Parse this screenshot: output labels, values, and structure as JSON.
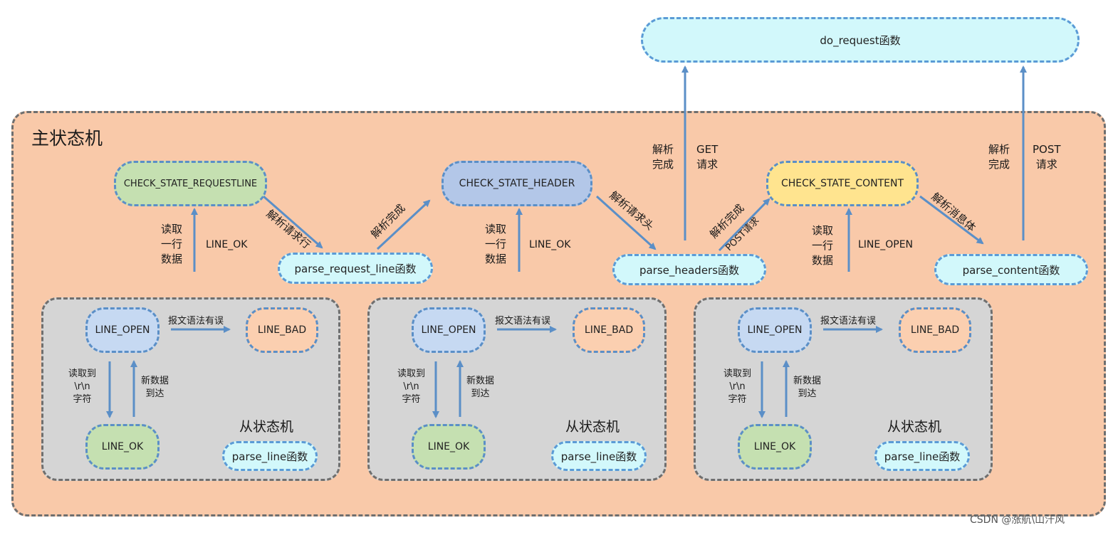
{
  "do_request": "do_request函数",
  "main_fsm": {
    "title": "主状态机",
    "states": {
      "requestline": "CHECK_STATE_REQUESTLINE",
      "header": "CHECK_STATE_HEADER",
      "content": "CHECK_STATE_CONTENT"
    },
    "functions": {
      "parse_request_line": "parse_request_line函数",
      "parse_headers": "parse_headers函数",
      "parse_content": "parse_content函数"
    },
    "edge_labels": {
      "parse_request_line": "解析请求行",
      "parse_done": "解析完成",
      "parse_request_header": "解析请求头",
      "parse_done_2": "解析完成",
      "post_request": "POST请求",
      "parse_body": "解析消息体",
      "read_line": [
        "读取",
        "一行",
        "数据"
      ],
      "line_ok": "LINE_OK",
      "line_open": "LINE_OPEN",
      "done_get": [
        "解析",
        "完成"
      ],
      "get": [
        "GET",
        "请求"
      ],
      "done_post": [
        "解析",
        "完成"
      ],
      "post": [
        "POST",
        "请求"
      ]
    }
  },
  "sub_fsm": {
    "title": "从状态机",
    "line_open": "LINE_OPEN",
    "line_bad": "LINE_BAD",
    "line_ok": "LINE_OK",
    "function": "parse_line函数",
    "syntax_error": "报文语法有误",
    "read_crlf": [
      "读取到",
      "\\r\\n",
      "字符"
    ],
    "new_data": [
      "新数据",
      "到达"
    ]
  },
  "watermark": "CSDN @涨航\\山汗风"
}
